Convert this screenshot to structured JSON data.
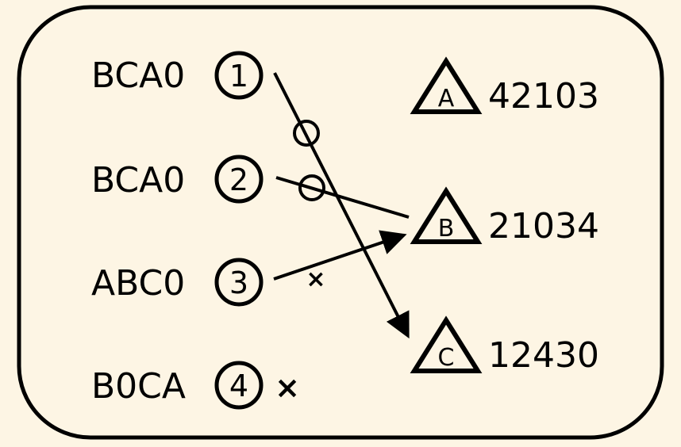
{
  "colors": {
    "background": "#fdf5e4",
    "ink": "#000000"
  },
  "left_items": [
    {
      "label": "BCA0",
      "number": "1"
    },
    {
      "label": "BCA0",
      "number": "2"
    },
    {
      "label": "ABC0",
      "number": "3"
    },
    {
      "label": "B0CA",
      "number": "4",
      "mark": "×"
    }
  ],
  "right_items": [
    {
      "letter": "A",
      "value": "42103"
    },
    {
      "letter": "B",
      "value": "21034"
    },
    {
      "letter": "C",
      "value": "12430"
    }
  ],
  "connections": [
    {
      "from": "1",
      "to": "C",
      "mark": "circle",
      "arrow": true
    },
    {
      "from": "2",
      "to": "B",
      "mark": "circle",
      "arrow": false
    },
    {
      "from": "3",
      "to": "B",
      "mark": "×",
      "arrow": true
    }
  ],
  "cross_mark": "×"
}
